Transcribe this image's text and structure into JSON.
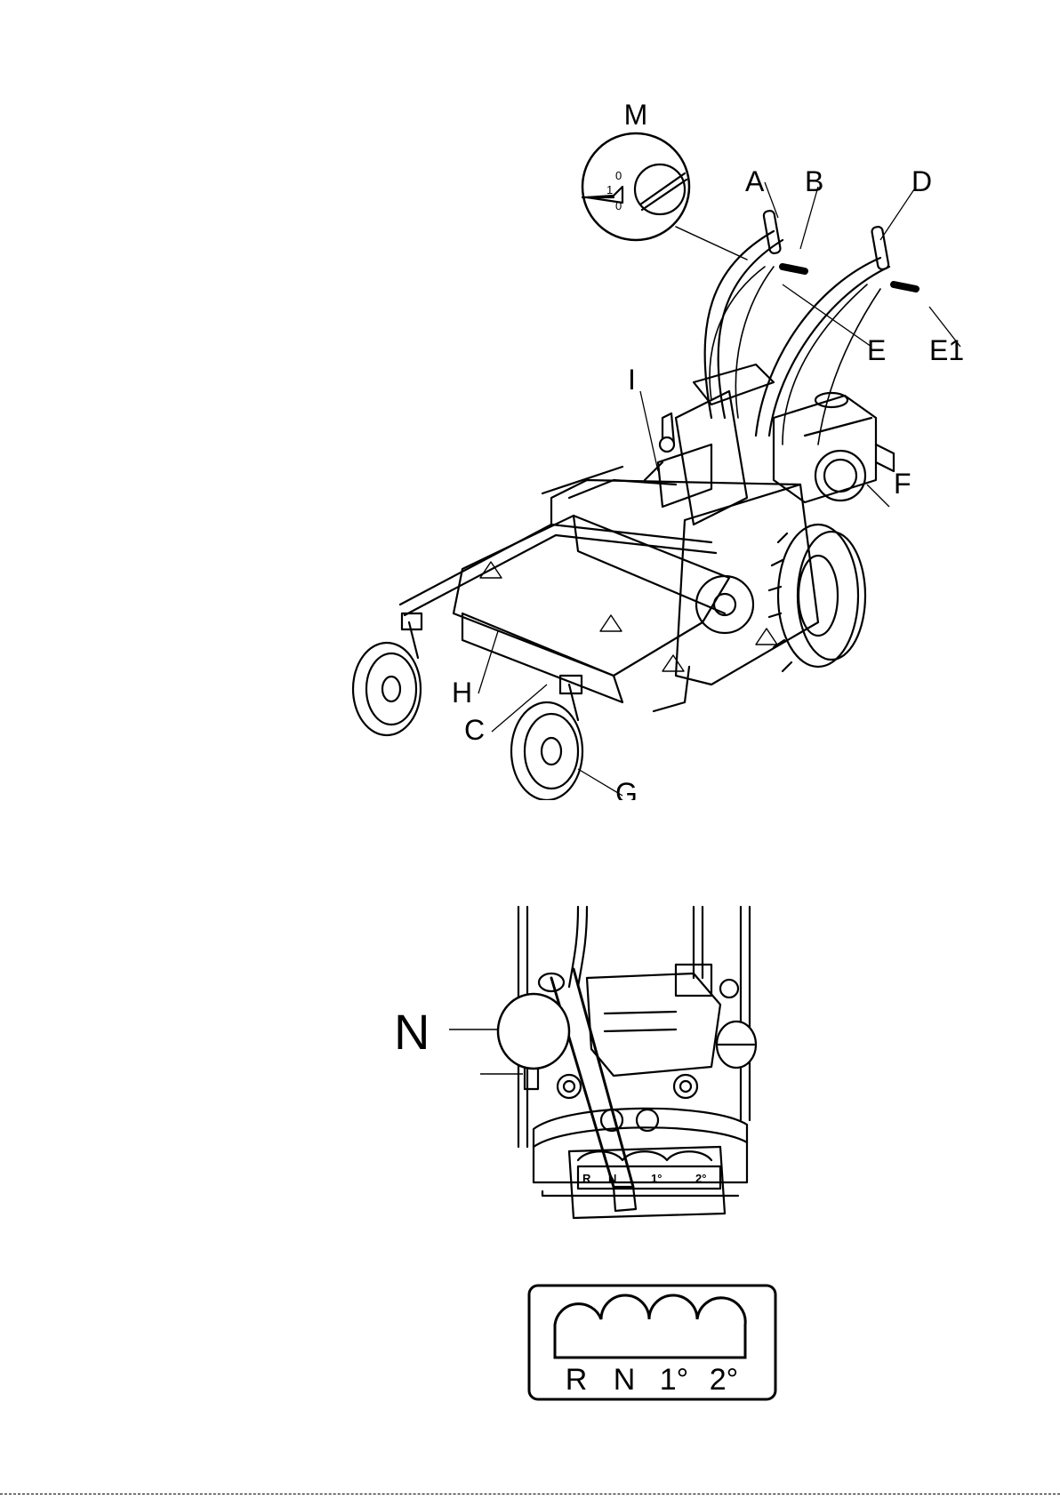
{
  "figure1": {
    "callouts": {
      "M": "M",
      "A": "A",
      "B": "B",
      "D": "D",
      "E": "E",
      "E1": "E1",
      "I": "I",
      "F": "F",
      "H": "H",
      "C": "C",
      "G": "G"
    },
    "detail_marks": {
      "one": "1",
      "zero_top": "0",
      "zero_bottom": "0"
    }
  },
  "figure2": {
    "callout_N": "N",
    "lever_gate_labels": [
      "R",
      "N",
      "1°",
      "2°"
    ]
  },
  "figure3": {
    "gate_labels": [
      "R",
      "N",
      "1°",
      "2°"
    ]
  }
}
